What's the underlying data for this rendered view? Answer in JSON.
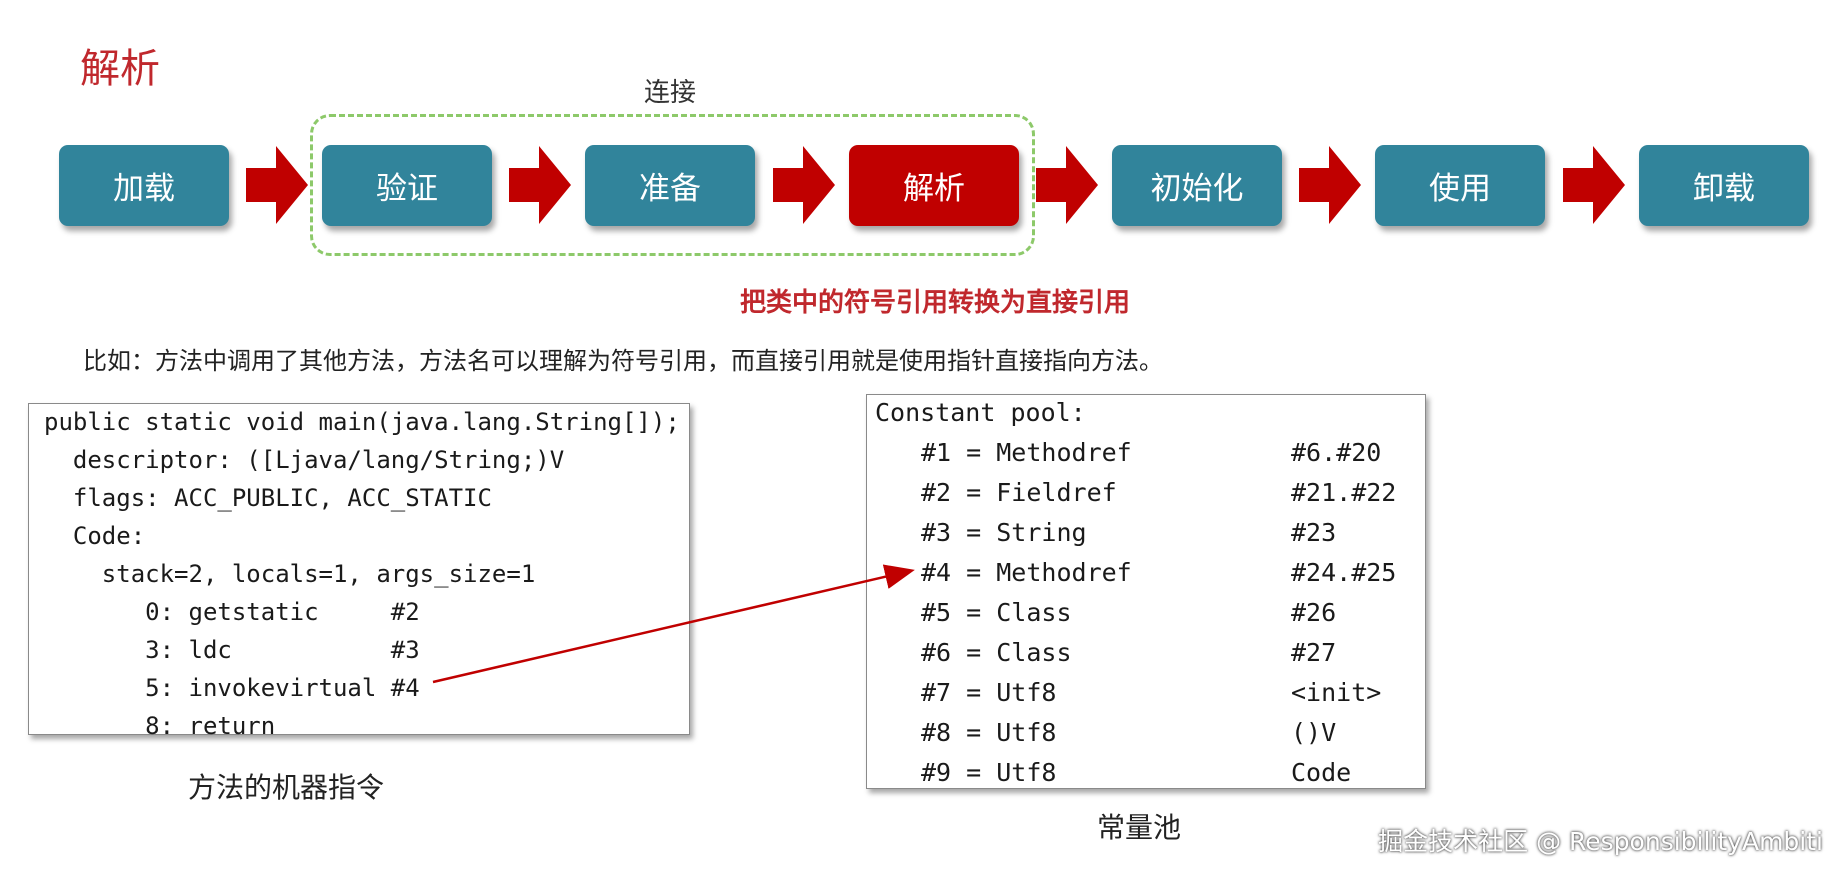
{
  "title": "解析",
  "group_label": "连接",
  "stages": [
    {
      "label": "加载",
      "color": "#31849b"
    },
    {
      "label": "验证",
      "color": "#31849b"
    },
    {
      "label": "准备",
      "color": "#31849b"
    },
    {
      "label": "解析",
      "color": "#c00000"
    },
    {
      "label": "初始化",
      "color": "#31849b"
    },
    {
      "label": "使用",
      "color": "#31849b"
    },
    {
      "label": "卸载",
      "color": "#31849b"
    }
  ],
  "subtitle": "把类中的符号引用转换为直接引用",
  "example_text": "比如：方法中调用了其他方法，方法名可以理解为符号引用，而直接引用就是使用指针直接指向方法。",
  "method_code": [
    "public static void main(java.lang.String[]);",
    "  descriptor: ([Ljava/lang/String;)V",
    "  flags: ACC_PUBLIC, ACC_STATIC",
    "  Code:",
    "    stack=2, locals=1, args_size=1",
    "       0: getstatic     #2",
    "       3: ldc           #3",
    "       5: invokevirtual #4",
    "       8: return"
  ],
  "method_caption": "方法的机器指令",
  "constant_pool": {
    "header": "Constant pool:",
    "entries": [
      {
        "entry": "#1 = Methodref",
        "ref": "#6.#20"
      },
      {
        "entry": "#2 = Fieldref",
        "ref": "#21.#22"
      },
      {
        "entry": "#3 = String",
        "ref": "#23"
      },
      {
        "entry": "#4 = Methodref",
        "ref": "#24.#25"
      },
      {
        "entry": "#5 = Class",
        "ref": "#26"
      },
      {
        "entry": "#6 = Class",
        "ref": "#27"
      },
      {
        "entry": "#7 = Utf8",
        "ref": "<init>"
      },
      {
        "entry": "#8 = Utf8",
        "ref": "()V"
      },
      {
        "entry": "#9 = Utf8",
        "ref": "Code"
      }
    ]
  },
  "pool_caption": "常量池",
  "watermark": "掘金技术社区 @ ResponsibilityAmbiti",
  "colors": {
    "accent_red": "#c00000",
    "stage_teal": "#31849b",
    "group_border": "#8dc96a"
  }
}
